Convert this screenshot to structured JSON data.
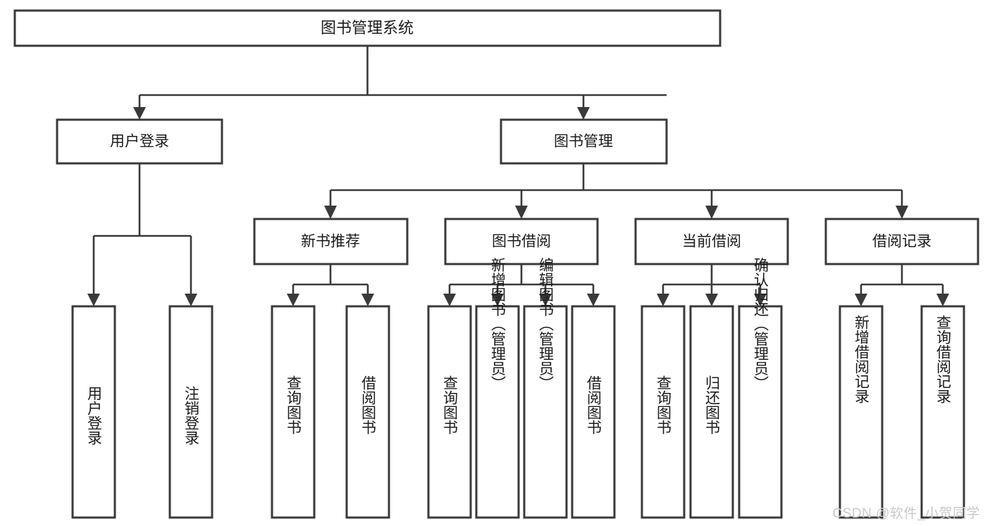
{
  "diagram": {
    "type": "tree-hierarchy",
    "title": "图书管理系统",
    "watermark": "CSDN @软件_小贺同学",
    "colors": {
      "stroke": "#3a3a3a",
      "fill": "#ffffff",
      "text": "#1b1b1b",
      "watermark": "#c9c9c9"
    },
    "levels": {
      "root": {
        "label": "图书管理系统"
      },
      "level2": [
        {
          "id": "user-login",
          "label": "用户登录"
        },
        {
          "id": "book-manage",
          "label": "图书管理"
        }
      ],
      "level3": [
        {
          "id": "new-book-recommend",
          "label": "新书推荐",
          "parent": "book-manage"
        },
        {
          "id": "book-borrow",
          "label": "图书借阅",
          "parent": "book-manage"
        },
        {
          "id": "current-borrow",
          "label": "当前借阅",
          "parent": "book-manage"
        },
        {
          "id": "borrow-record",
          "label": "借阅记录",
          "parent": "book-manage"
        }
      ],
      "leaves": [
        {
          "id": "leaf-user-login",
          "label": "用户登录",
          "parent": "user-login"
        },
        {
          "id": "leaf-logout",
          "label": "注销登录",
          "parent": "user-login"
        },
        {
          "id": "leaf-query-book-1",
          "label": "查询图书",
          "parent": "new-book-recommend"
        },
        {
          "id": "leaf-borrow-book-1",
          "label": "借阅图书",
          "parent": "new-book-recommend"
        },
        {
          "id": "leaf-query-book-2",
          "label": "查询图书",
          "parent": "book-borrow"
        },
        {
          "id": "leaf-add-book",
          "label": "新增图书（管理员）",
          "parent": "book-borrow"
        },
        {
          "id": "leaf-edit-book",
          "label": "编辑图书（管理员）",
          "parent": "book-borrow"
        },
        {
          "id": "leaf-borrow-book-2",
          "label": "借阅图书",
          "parent": "book-borrow"
        },
        {
          "id": "leaf-query-book-3",
          "label": "查询图书",
          "parent": "current-borrow"
        },
        {
          "id": "leaf-return-book",
          "label": "归还图书",
          "parent": "current-borrow"
        },
        {
          "id": "leaf-confirm-return",
          "label": "确认归还（管理员）",
          "parent": "current-borrow"
        },
        {
          "id": "leaf-add-record",
          "label": "新增借阅记录",
          "parent": "borrow-record"
        },
        {
          "id": "leaf-query-record",
          "label": "查询借阅记录",
          "parent": "borrow-record"
        }
      ]
    }
  }
}
